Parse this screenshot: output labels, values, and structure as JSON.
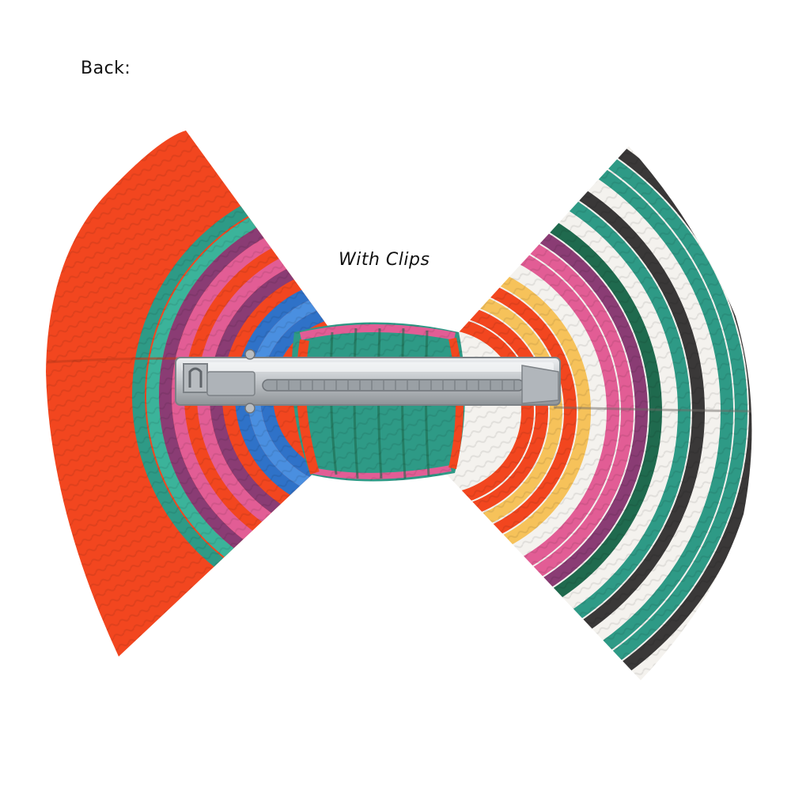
{
  "caption": {
    "back": "Back:",
    "with_clips": "With Clips"
  },
  "product": {
    "subject": "hair-bow-back-view",
    "colors": {
      "left_wing_base": "#f2461f",
      "teal": "#2e9a86",
      "pink": "#e25d95",
      "blue": "#2f72c8",
      "purple": "#8a3c74",
      "yellow": "#f6c25a",
      "dark_green": "#1f6a4e",
      "white": "#f4f2ee",
      "charcoal": "#3a3838",
      "clip_metal": "#c9ccd0"
    }
  }
}
